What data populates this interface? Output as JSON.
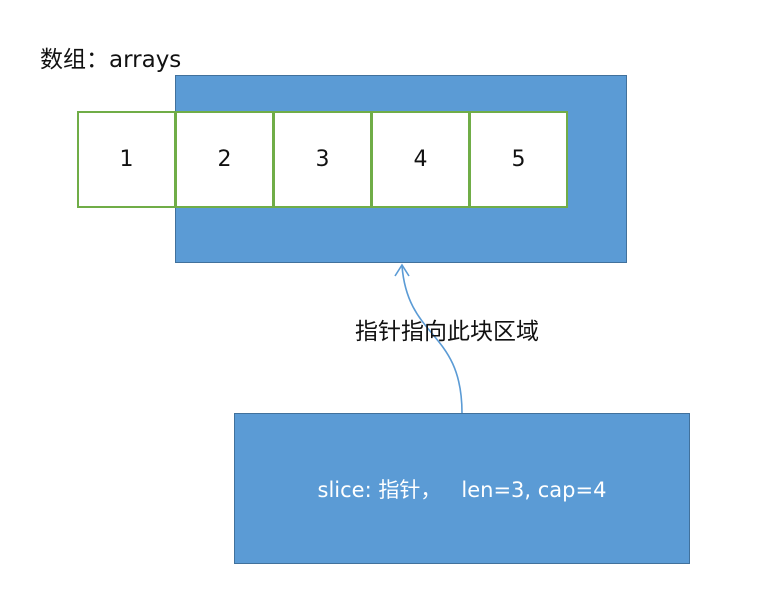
{
  "title": "数组：arrays",
  "array": {
    "cells": [
      "1",
      "2",
      "3",
      "4",
      "5"
    ]
  },
  "pointer_caption": "指针指向此块区域",
  "slice_box": {
    "text": "slice: 指针，   len=3, cap=4"
  },
  "colors": {
    "region_fill": "#5b9bd5",
    "region_border": "#41719c",
    "cell_border": "#70ad47",
    "arrow": "#5b9bd5"
  }
}
